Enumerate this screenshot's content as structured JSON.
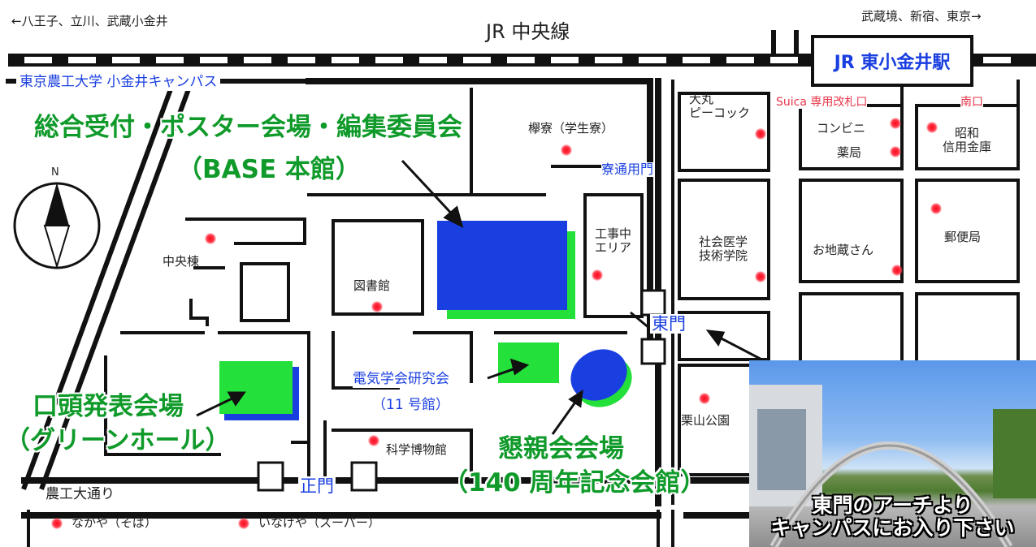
{
  "top": {
    "left_direction": "←八王子、立川、武蔵小金井",
    "right_direction": "武蔵境、新宿、東京→",
    "line_name": "JR 中央線",
    "station": "JR 東小金井駅"
  },
  "campus_name": "東京農工大学 小金井キャンパス",
  "venues": {
    "reception": "総合受付・ポスター会場・編集委員会",
    "reception_sub": "（BASE 本館）",
    "oral": "口頭発表会場",
    "oral_sub": "（グリーンホール）",
    "party": "懇親会会場",
    "party_sub": "（140 周年記念会館）",
    "ieej": "電気学会研究会",
    "ieej_sub": "（11 号館）"
  },
  "buildings": {
    "central": "中央棟",
    "library": "図書館",
    "museum": "科学博物館",
    "construction": "工事中\nエリア",
    "dorm": "欅寮（学生寮）",
    "social": "社会医学\n技術学院",
    "daimaru": "大丸\nピーコック",
    "kuriyama_park": "栗山公園",
    "jizo": "お地蔵さん",
    "post": "郵便局",
    "convenience": "コンビニ",
    "pharmacy": "薬局",
    "shinkin": "昭和\n信用金庫",
    "nakaya": "なかや（そば）",
    "inageya": "いなげや（スーパー）"
  },
  "gates": {
    "east": "東門",
    "main": "正門",
    "dorm": "寮通用門",
    "suica": "Suica 専用改札口",
    "south": "南口"
  },
  "street": "農工大通り",
  "compass": "N",
  "photo_caption_1": "東門のアーチより",
  "photo_caption_2": "キャンパスにお入り下さい",
  "colors": {
    "building_blue": "#1a3fe0",
    "building_green": "#23e03a",
    "label_green": "#0f9a2a",
    "label_blue": "#1a3fe0",
    "shop_red": "#e8364a"
  }
}
